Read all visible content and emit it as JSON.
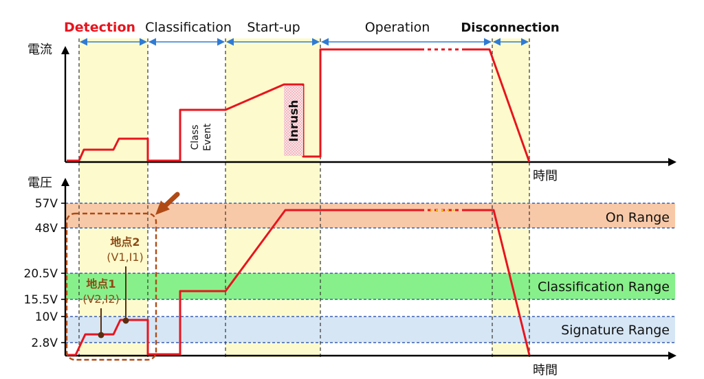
{
  "phases": {
    "detection": "Detection",
    "classification": "Classification",
    "startup": "Start-up",
    "operation": "Operation",
    "disconnection": "Disconnection"
  },
  "axes": {
    "current_label": "電流",
    "voltage_label": "電圧",
    "time_label_top": "時間",
    "time_label_bottom": "時間"
  },
  "annotations": {
    "class_event_line1": "Class",
    "class_event_line2": "Event",
    "inrush": "Inrush",
    "point2_title": "地点2",
    "point2_coords": "(V1,I1)",
    "point1_title": "地点1",
    "point1_coords": "(V2,I2)"
  },
  "voltage_ticks": [
    "57V",
    "48V",
    "20.5V",
    "15.5V",
    "10V",
    "2.8V"
  ],
  "ranges": {
    "on": "On Range",
    "classification": "Classification Range",
    "signature": "Signature Range"
  },
  "colors": {
    "accent_red": "#e8141e",
    "detection_text": "#e8141e",
    "phase_fill": "#fdfbcd",
    "on_range": "#f8c9a8",
    "classification_range": "#88f08a",
    "signature_range": "#d6e6f5",
    "range_border": "#3a5fb0",
    "callout": "#b04a14",
    "point_label": "#8c4a16",
    "arrow_blue": "#2f7bd4"
  }
}
